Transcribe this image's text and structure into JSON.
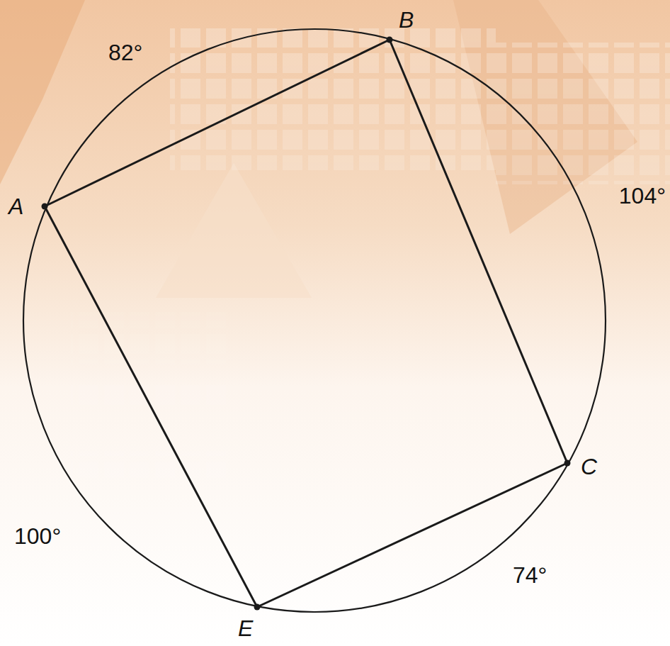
{
  "diagram": {
    "labels": [
      "82°",
      "B",
      "A",
      "104°",
      "100°",
      "C",
      "74°",
      "E"
    ]
  }
}
